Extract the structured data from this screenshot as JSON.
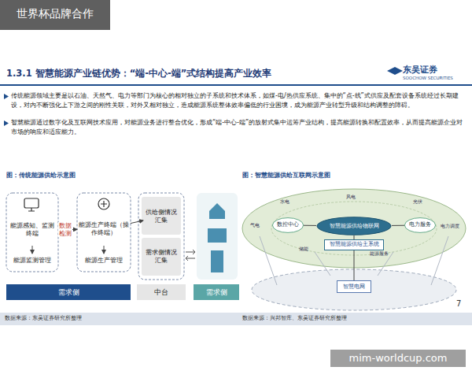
{
  "diagram": {
    "title": "1.3.1 智慧能源产业链优势：“端-中心-端”式结构提高产业效率",
    "nodes": [
      {
        "text": [
          "能源感知、监测终端"
        ]
      },
      {
        "text": [
          "能源监测管理"
        ]
      },
      {
        "text": [
          "能源生产终端（操作终端）"
        ]
      },
      {
        "text": [
          "能源生产管理"
        ]
      },
      {
        "text": [
          "供给侧情况汇集"
        ]
      },
      {
        "text": [
          "需求侧情况汇集"
        ]
      },
      {
        "text": [
          "需求侧"
        ]
      },
      {
        "text": [
          "中台"
        ]
      },
      {
        "text": [
          "需求侧"
        ]
      },
      {
        "text": [
          "智慧能源供给物联网"
        ]
      },
      {
        "text": [
          "智慧能源供给主系统"
        ]
      },
      {
        "text": [
          "智慧电网"
        ]
      },
      {
        "text": [
          "数控中心"
        ]
      },
      {
        "text": [
          "电力服务"
        ]
      }
    ],
    "edges": [
      {
        "from": 0,
        "to": 2,
        "arrow": "to",
        "label": "数据检测"
      },
      {
        "from": 0,
        "to": 1,
        "arrow": "to"
      },
      {
        "from": 2,
        "to": 3,
        "arrow": "to"
      },
      {
        "from": 2,
        "to": 4,
        "arrow": "to"
      },
      {
        "from": 9,
        "to": 12,
        "arrow": "none"
      },
      {
        "from": 9,
        "to": 13,
        "arrow": "none"
      },
      {
        "from": 9,
        "to": 10,
        "arrow": "none"
      },
      {
        "from": 10,
        "to": 11,
        "arrow": "none"
      }
    ],
    "labels": [
      "世界杯品牌合作",
      "东吴证券",
      "SOOCHOW SECURITIES",
      "传统能源领域主要是以石油、天然气、电力等部门为核心的相对独立的子系统和技术体系，如煤-电/热供应系统、集中的“点-线”式供应及配套设备系统经过长期建设，对内不断强化上下游之间的刚性关联，对外又相对独立，造成能源系统整体效率偏低的行业困境，成为能源产业转型升级和结构调整的障碍。",
      "智慧能源通过数字化及互联网技术应用，对能源业务进行整合优化，形成“端-中心-端”的放射式集中运筹产业结构，提高能源转换和配置效率，从而提高能源企业对市场的响应和适应能力。",
      "图：传统能源供给示意图",
      "图：智慧能源供给互联网示意图",
      "7",
      "数据来源：东吴证券研究所整理",
      "数据来源：兴邦智库、东吴证券研究所整理",
      "mim-worldcup.com",
      "气电",
      "水电",
      "风电",
      "光伏",
      "电力调度",
      "能源服务",
      "储能"
    ]
  }
}
